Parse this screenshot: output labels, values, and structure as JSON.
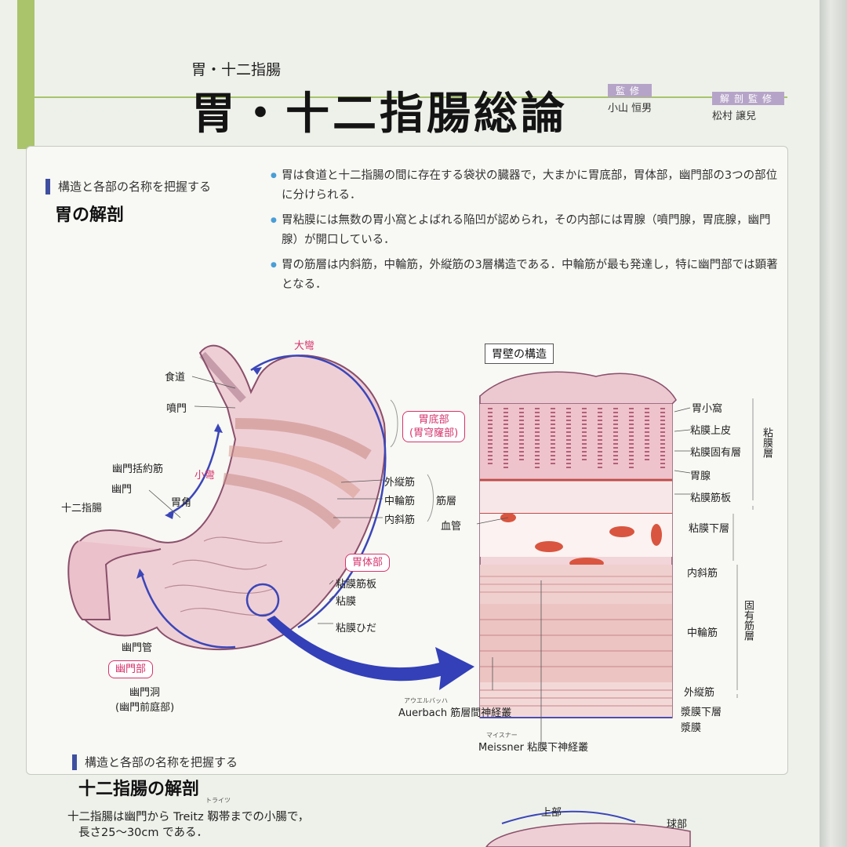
{
  "header": {
    "section": "胃・十二指腸",
    "title": "胃・十二指腸総論",
    "supervisor_tag": "監修",
    "supervisor_name": "小山 恒男",
    "anatomy_tag": "解剖監修",
    "anatomy_name": "松村 譲兒"
  },
  "stomach": {
    "kicker": "構造と各部の名称を把握する",
    "title": "胃の解剖",
    "bullets": [
      "胃は食道と十二指腸の間に存在する袋状の臓器で，大まかに胃底部，胃体部，幽門部の3つの部位に分けられる．",
      "胃粘膜には無数の胃小窩とよばれる陥凹が認められ，その内部には胃腺（噴門腺，胃底腺，幽門腺）が開口している．",
      "胃の筋層は内斜筋，中輪筋，外縦筋の3層構造である．中輪筋が最も発達し，特に幽門部では顕著となる．"
    ],
    "labels": {
      "greater_curvature": "大彎",
      "esophagus": "食道",
      "cardia": "噴門",
      "fundus": "胃底部",
      "fornix": "(胃穹窿部)",
      "lesser_curvature": "小彎",
      "pyloric_sphincter": "幽門括約筋",
      "pylorus": "幽門",
      "angle": "胃角",
      "duodenum": "十二指腸",
      "outer_longitudinal": "外縦筋",
      "middle_circular": "中輪筋",
      "inner_oblique": "内斜筋",
      "muscle_layer": "筋層",
      "blood_vessel": "血管",
      "body": "胃体部",
      "muscularis_mucosae": "粘膜筋板",
      "mucosa": "粘膜",
      "mucosal_folds": "粘膜ひだ",
      "pyloric_canal": "幽門管",
      "pyloric_part": "幽門部",
      "pyloric_antrum": "幽門洞",
      "antrum_alt": "(幽門前庭部)"
    }
  },
  "wall": {
    "title": "胃壁の構造",
    "labels": {
      "gastric_pits": "胃小窩",
      "epithelium": "粘膜上皮",
      "lamina_propria": "粘膜固有層",
      "gastric_glands": "胃腺",
      "muscularis_mucosae": "粘膜筋板",
      "mucosa_group": "粘膜層",
      "submucosa": "粘膜下層",
      "inner_oblique": "内斜筋",
      "middle_circular": "中輪筋",
      "outer_longitudinal": "外縦筋",
      "muscularis_propria": "固有筋層",
      "subserosa": "漿膜下層",
      "serosa": "漿膜",
      "auerbach_ruby": "アウエルバッハ",
      "auerbach": "Auerbach 筋層間神経叢",
      "meissner_ruby": "マイスナー",
      "meissner": "Meissner 粘膜下神経叢"
    }
  },
  "duodenum": {
    "kicker": "構造と各部の名称を把握する",
    "title": "十二指腸の解剖",
    "ruby": "トライツ",
    "bullet1": "十二指腸は幽門から Treitz 靱帯までの小腸で，",
    "bullet2": "長さ25～30cm である．",
    "upper": "上部",
    "bulb": "球部"
  }
}
